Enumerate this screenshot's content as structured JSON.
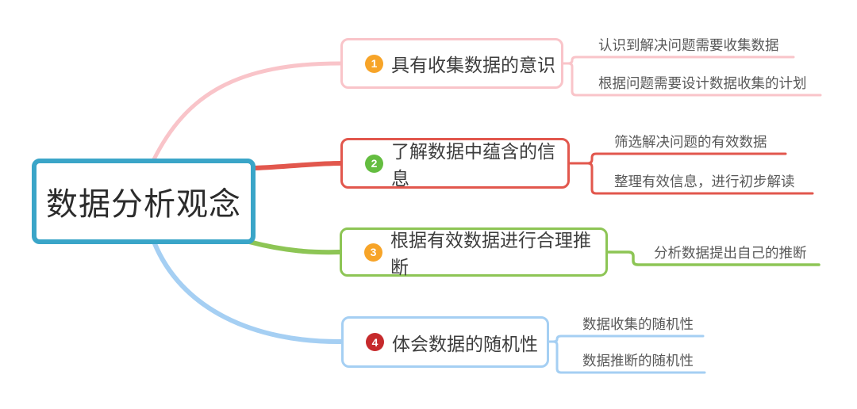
{
  "title": "数据分析观念",
  "palette": {
    "central_blue": "#3AA5C8",
    "branch1_pink": "#F9C4C9",
    "branch2_red": "#E2574D",
    "branch3_green": "#8DC555",
    "branch4_blue": "#A5CFF3",
    "badge_orange": "#F7A428",
    "badge_green": "#64BD40",
    "badge_red": "#C62A2C",
    "node_text": "#3d3d3d",
    "child_text": "#595959"
  },
  "central": {
    "label": "数据分析观念"
  },
  "branches": [
    {
      "number": "1",
      "label": "具有收集数据的意识",
      "children": [
        {
          "text": "认识到解决问题需要收集数据"
        },
        {
          "text": "根据问题需要设计数据收集的计划"
        }
      ]
    },
    {
      "number": "2",
      "label": "了解数据中蕴含的信息",
      "children": [
        {
          "text": "筛选解决问题的有效数据"
        },
        {
          "text": "整理有效信息，进行初步解读"
        }
      ]
    },
    {
      "number": "3",
      "label": "根据有效数据进行合理推断",
      "children": [
        {
          "text": "分析数据提出自己的推断"
        }
      ]
    },
    {
      "number": "4",
      "label": "体会数据的随机性",
      "children": [
        {
          "text": "数据收集的随机性"
        },
        {
          "text": "数据推断的随机性"
        }
      ]
    }
  ]
}
